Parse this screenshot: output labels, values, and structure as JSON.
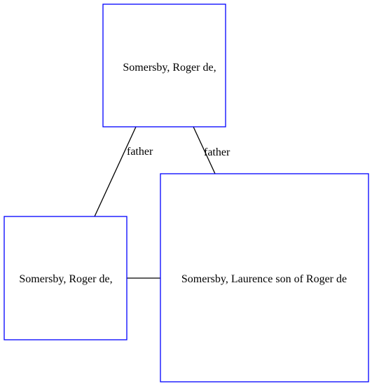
{
  "nodes": {
    "top": {
      "label": "Somersby, Roger de,"
    },
    "left": {
      "label": "Somersby, Roger de,"
    },
    "right": {
      "label": "Somersby, Laurence son of Roger de"
    }
  },
  "edges": {
    "top_to_left": {
      "label": "father"
    },
    "top_to_right": {
      "label": "father"
    },
    "left_to_right": {
      "label": ""
    }
  },
  "colors": {
    "node_border": "#0000ff",
    "edge": "#000000",
    "text": "#000000",
    "background": "#ffffff"
  }
}
